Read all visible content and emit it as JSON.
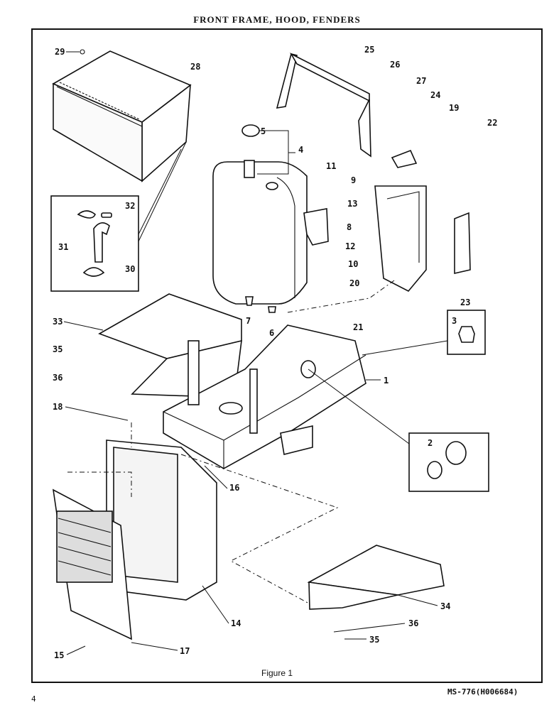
{
  "page_title": "FRONT FRAME, HOOD, FENDERS",
  "caption": "Figure 1",
  "page_number": "4",
  "document_code": "MS-776(H006684)",
  "callouts": [
    "1",
    "2",
    "3",
    "4",
    "5",
    "6",
    "7",
    "8",
    "9",
    "10",
    "11",
    "12",
    "13",
    "14",
    "15",
    "16",
    "17",
    "18",
    "19",
    "20",
    "21",
    "22",
    "23",
    "24",
    "25",
    "26",
    "27",
    "28",
    "29",
    "30",
    "31",
    "32",
    "33",
    "34",
    "35",
    "36"
  ]
}
